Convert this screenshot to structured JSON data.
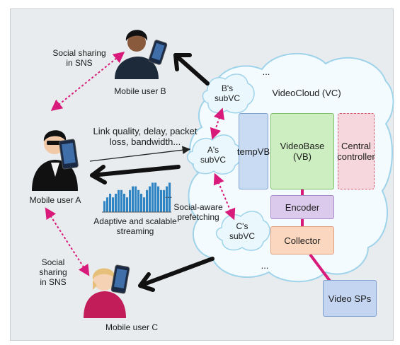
{
  "labels": {
    "social_sharing_top": "Social sharing\nin SNS",
    "mobile_user_b": "Mobile user B",
    "mobile_user_a": "Mobile user A",
    "mobile_user_c": "Mobile user C",
    "social_sharing_bottom": "Social\nsharing\nin SNS",
    "link_quality": "Link quality, delay, packet\nloss, bandwidth...",
    "adaptive_streaming": "Adaptive and scalable\nstreaming",
    "social_prefetching": "Social-aware\nprefetching",
    "videocloud": "VideoCloud (VC)",
    "ellipsis_top": "...",
    "ellipsis_mid": "...",
    "ellipsis_bottom": "...",
    "b_subvc": "B's\nsubVC",
    "a_subvc": "A's\nsubVC",
    "c_subvc": "C's\nsubVC",
    "tempvb": "tempVB",
    "videobase": "VideoBase\n(VB)",
    "central_controller": "Central\ncontroller",
    "encoder": "Encoder",
    "collector": "Collector",
    "video_sps": "Video SPs"
  },
  "bandwidth_bars": [
    3,
    4,
    5,
    4,
    5,
    6,
    6,
    5,
    4,
    6,
    7,
    7,
    6,
    5,
    4,
    6,
    7,
    8,
    8,
    7,
    6,
    6,
    7,
    8
  ]
}
